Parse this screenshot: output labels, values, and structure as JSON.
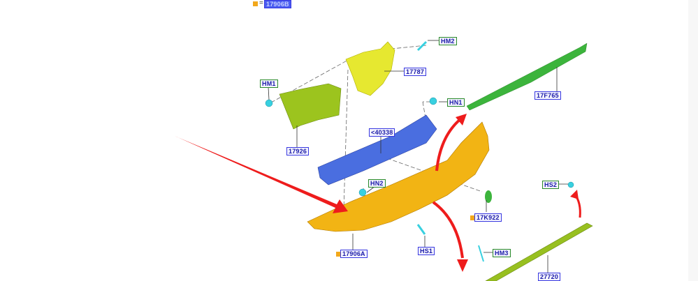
{
  "legend": {
    "symbol": "=",
    "part": "17906B",
    "color": "#f2a81c"
  },
  "labels": {
    "hm2": "HM2",
    "p17787": "17787",
    "hm1": "HM1",
    "hn1": "HN1",
    "p17f765": "17F765",
    "p40338": "<40338",
    "p17926": "17926",
    "hn2": "HN2",
    "hs2": "HS2",
    "p17k922": "17K922",
    "p17906a": "17906A",
    "hs1": "HS1",
    "hm3": "HM3",
    "p27720": "27720"
  },
  "colors": {
    "bumper": "#f2b414",
    "bracket": "#e6e830",
    "side": "#9cc41e",
    "beam": "#4a6ee0",
    "strip": "#3cb43c",
    "rail": "#98c020",
    "fastener": "#38d0e0",
    "arrow": "#ee1c1c"
  }
}
